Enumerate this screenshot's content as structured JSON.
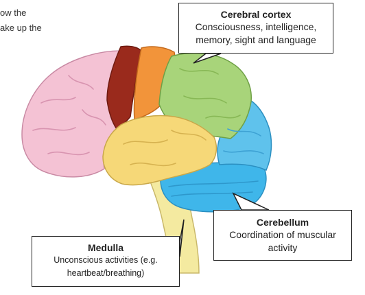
{
  "intro_fragment": {
    "line1": "ow the",
    "line2": "ake up the"
  },
  "labels": {
    "cerebral_cortex": {
      "title": "Cerebral cortex",
      "line1": "Consciousness, intelligence,",
      "line2": "memory, sight and language"
    },
    "cerebellum": {
      "title": "Cerebellum",
      "line1": "Coordination of muscular",
      "line2": "activity"
    },
    "medulla": {
      "title": "Medulla",
      "line1": "Unconscious activities (e.g.",
      "line2": "heartbeat/breathing)"
    }
  },
  "colors": {
    "frontal_pink": "#f4c2d4",
    "dark_red": "#9a2a1c",
    "orange": "#f2943a",
    "parietal_green": "#a8d47a",
    "occipital_blue": "#5fc2ec",
    "cerebellum_blue": "#3fb6ea",
    "temporal_yellow": "#f6d878",
    "brainstem_yellow": "#f4eaa0"
  }
}
